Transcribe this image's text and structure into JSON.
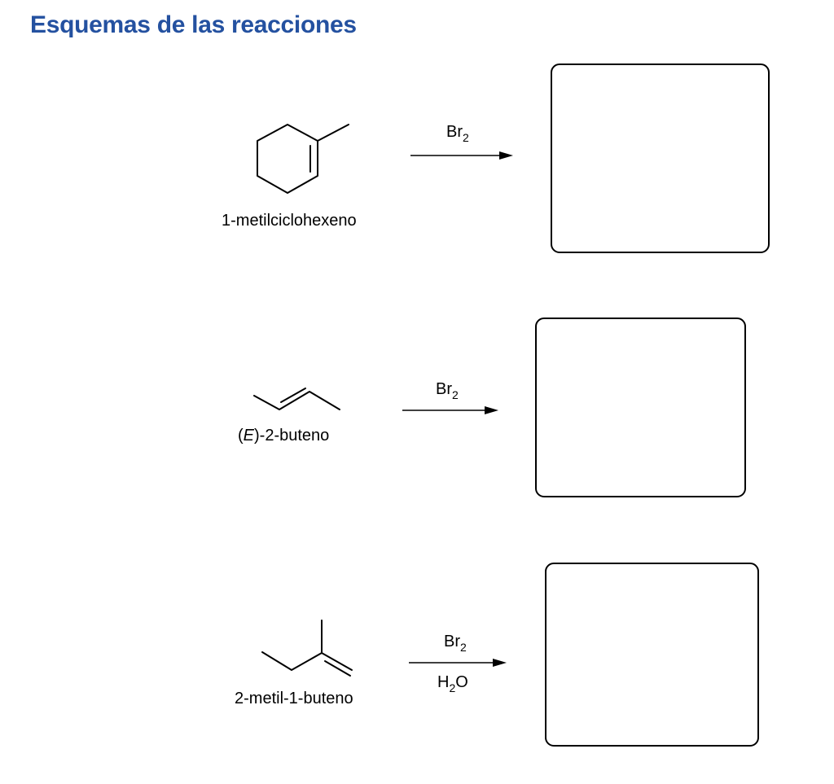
{
  "title": "Esquemas de las reacciones",
  "colors": {
    "title": "#2451a0",
    "lines": "#000000",
    "background": "#ffffff"
  },
  "reactions": [
    {
      "reactant_name": "1-metilciclohexeno",
      "reagent_above": {
        "base": "Br",
        "subscript": "2"
      },
      "product": ""
    },
    {
      "reactant_name_prefix": "(",
      "reactant_name_italic": "E",
      "reactant_name_suffix": ")-2-buteno",
      "reagent_above": {
        "base": "Br",
        "subscript": "2"
      },
      "product": ""
    },
    {
      "reactant_name": "2-metil-1-buteno",
      "reagent_above": {
        "base": "Br",
        "subscript": "2"
      },
      "reagent_below": {
        "base": "H",
        "subscript": "2",
        "suffix": "O"
      },
      "product": ""
    }
  ]
}
